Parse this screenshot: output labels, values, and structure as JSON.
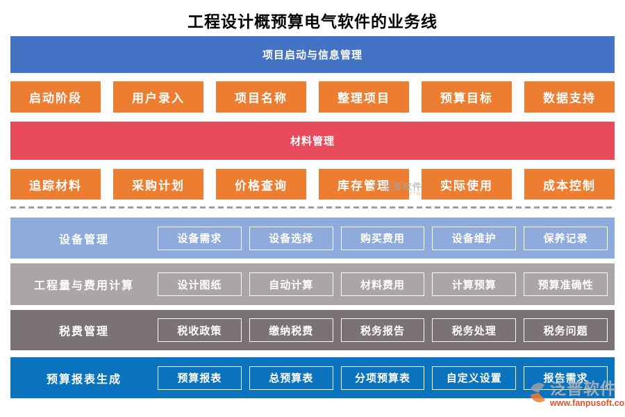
{
  "page": {
    "title": "工程设计概预算电气软件的业务线"
  },
  "banner_project": {
    "label": "项目启动与信息管理"
  },
  "row_project": {
    "buttons": [
      "启动阶段",
      "用户录入",
      "项目名称",
      "整理项目",
      "预算目标",
      "数据支持"
    ]
  },
  "banner_material": {
    "label": "材料管理"
  },
  "row_material": {
    "buttons": [
      "追踪材料",
      "采购计划",
      "价格查询",
      "库存管理",
      "实际使用",
      "成本控制"
    ]
  },
  "group_equipment": {
    "label": "设备管理",
    "buttons": [
      "设备需求",
      "设备选择",
      "购买费用",
      "设备维护",
      "保养记录"
    ]
  },
  "group_quantity": {
    "label": "工程量与费用计算",
    "buttons": [
      "设计图纸",
      "自动计算",
      "材料费用",
      "计算预算",
      "预算准确性"
    ]
  },
  "group_tax": {
    "label": "税费管理",
    "buttons": [
      "税收政策",
      "缴纳税费",
      "税务报告",
      "税务处理",
      "税务问题"
    ]
  },
  "group_report": {
    "label": "预算报表生成",
    "buttons": [
      "预算报表",
      "总预算表",
      "分项预算表",
      "自定义设置",
      "报告需求"
    ]
  },
  "watermark_center": {
    "brand": "泛普软件",
    "sub": "FANPU SOFTWARE"
  },
  "watermark_footer": {
    "brand": "泛普软件",
    "url": "www.fanpusoft.com"
  },
  "colors": {
    "banner_project": "#4472C4",
    "button_orange": "#ED7D31",
    "banner_material": "#E84C5C",
    "group_equipment": "#8FAADC",
    "group_quantity": "#ABA5A5",
    "group_tax": "#7B7373",
    "group_report": "#0B72BE",
    "watermark_url": "#E8502B"
  }
}
